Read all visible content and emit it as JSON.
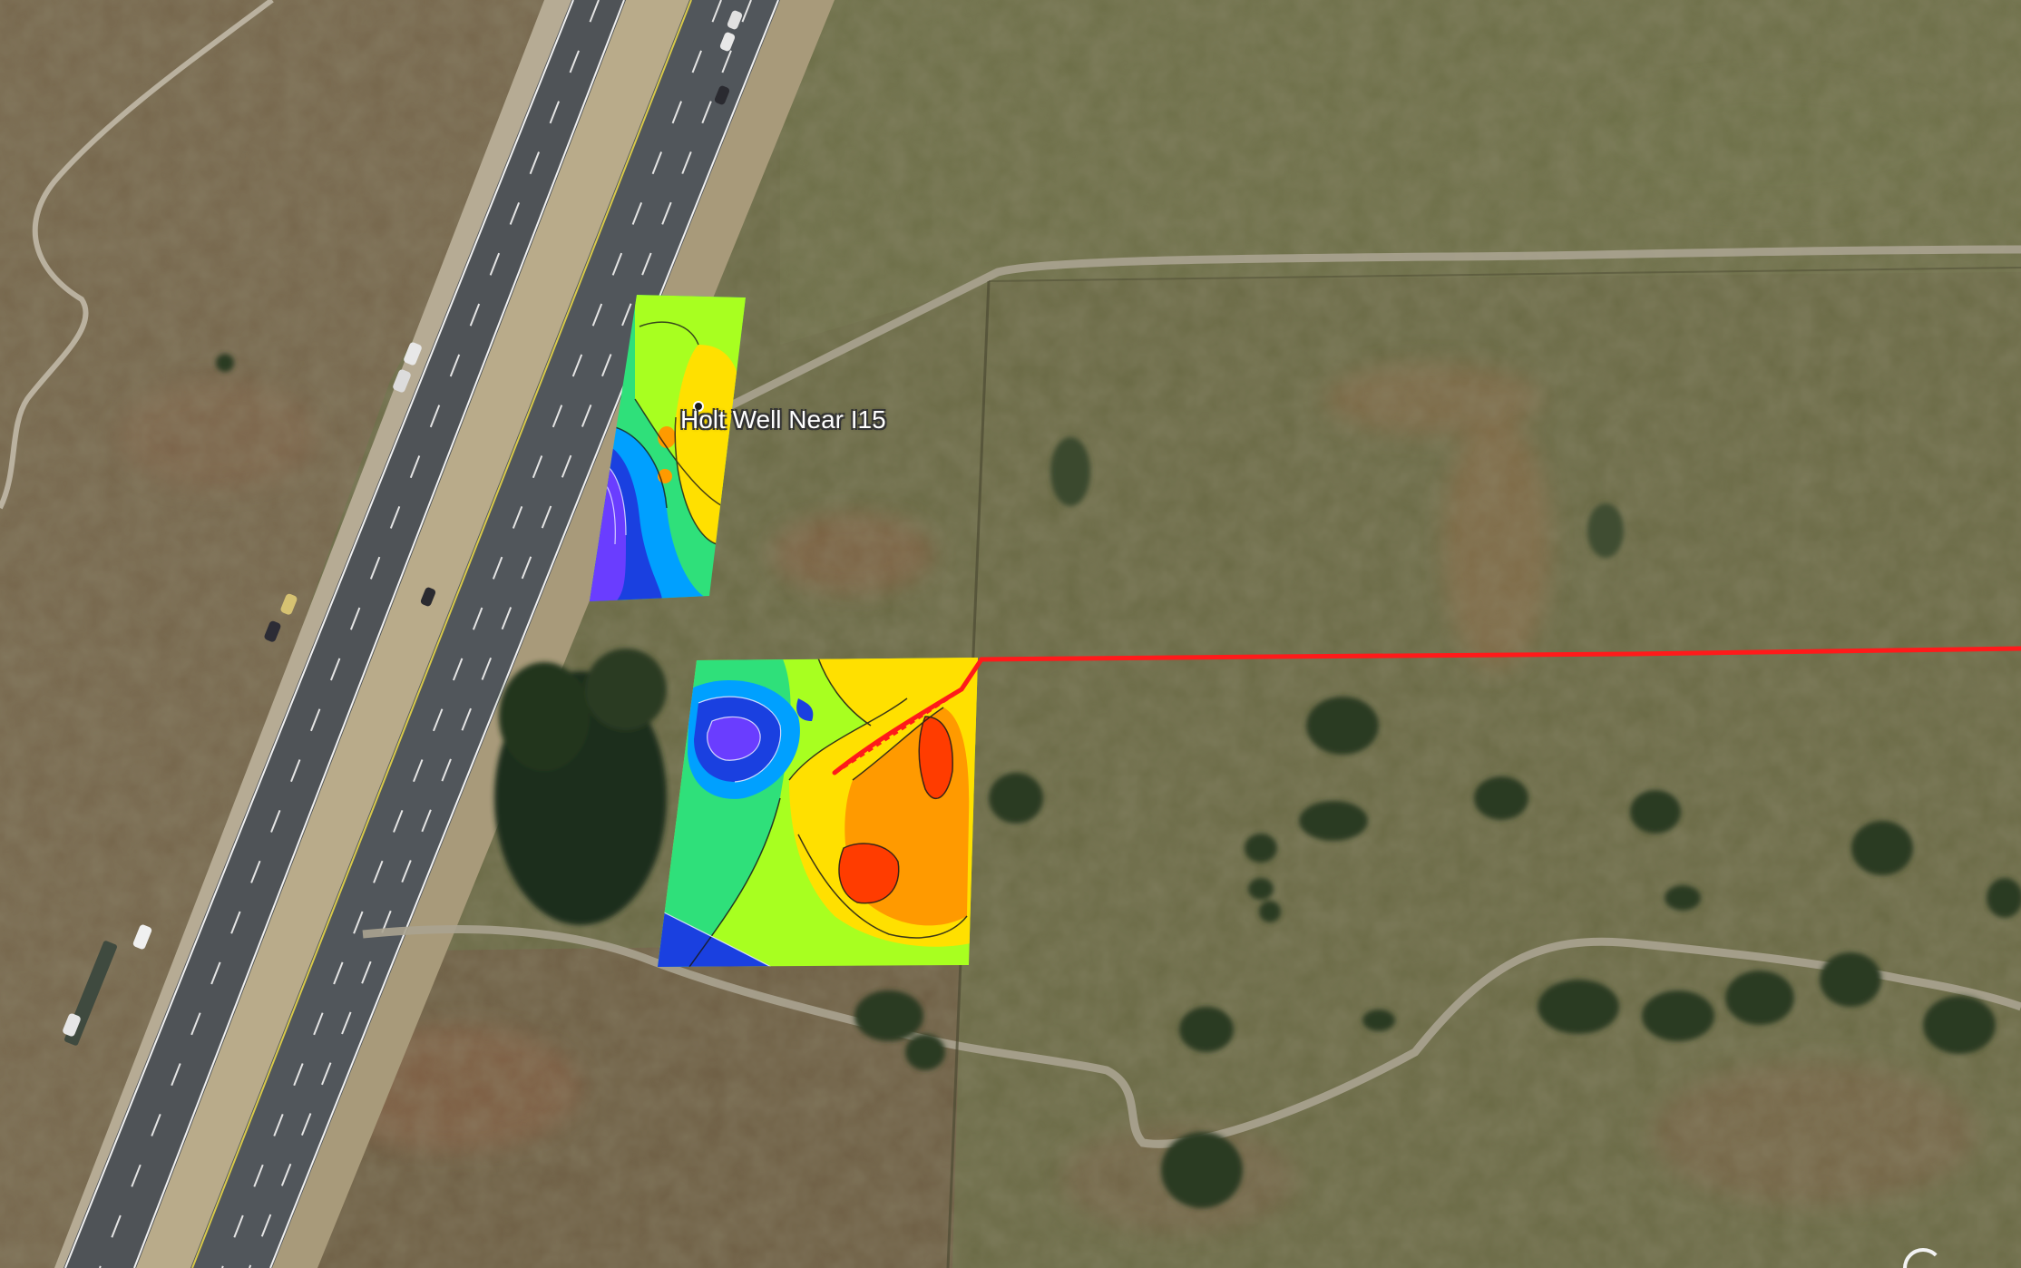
{
  "placemark": {
    "label": "Holt Well Near I15",
    "icon": "placemark-dot-icon"
  },
  "overlays": [
    {
      "name": "survey-grid-north",
      "colormap": [
        "#6a3dff",
        "#1a40e0",
        "#00a0ff",
        "#2fe07a",
        "#a8ff20",
        "#ffe000",
        "#ff9a00",
        "#ff3c00"
      ]
    },
    {
      "name": "survey-grid-south",
      "colormap": [
        "#6a3dff",
        "#1a40e0",
        "#00a0ff",
        "#2fe07a",
        "#a8ff20",
        "#ffe000",
        "#ff9a00",
        "#ff3c00"
      ]
    }
  ],
  "track_color": "#ff1a1a",
  "watermark_icon": "map-provider-logo-icon"
}
